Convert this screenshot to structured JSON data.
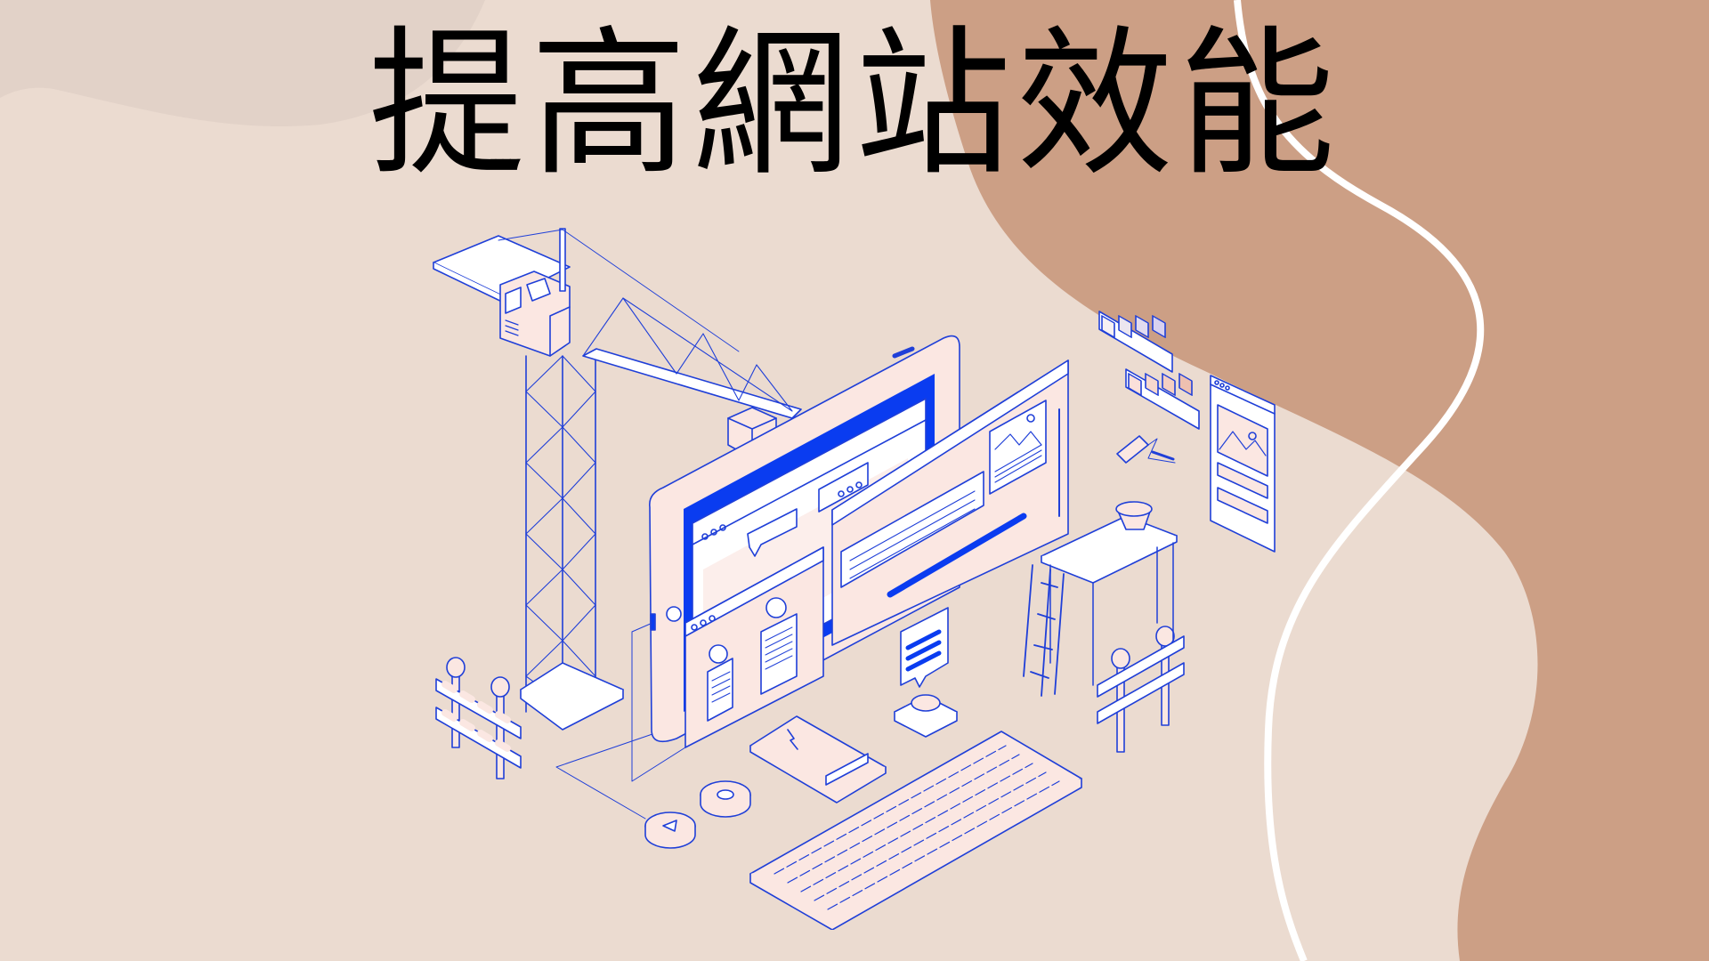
{
  "title": "提高網站效能",
  "colors": {
    "background": "#ebdbd0",
    "blob_top_left": "#e2d2c8",
    "blob_right": "#cc9f85",
    "curve_line": "#ffffff",
    "line_art": "#1f3fd8",
    "accent_blue": "#0a3cf0",
    "fill_pink": "#fbe7e2",
    "fill_white": "#ffffff"
  },
  "illustration": {
    "description": "Isometric website construction scene",
    "elements": [
      "tower-crane",
      "monitor-with-browser-windows",
      "floating-browser-panels",
      "progress-bar",
      "chat-bubble",
      "push-button",
      "battery-card",
      "keyboard",
      "color-swatch-rows",
      "paint-roller",
      "mobile-wireframe",
      "table-with-bucket",
      "ladder",
      "road-barriers",
      "play-button-disc",
      "record-button-disc"
    ]
  }
}
